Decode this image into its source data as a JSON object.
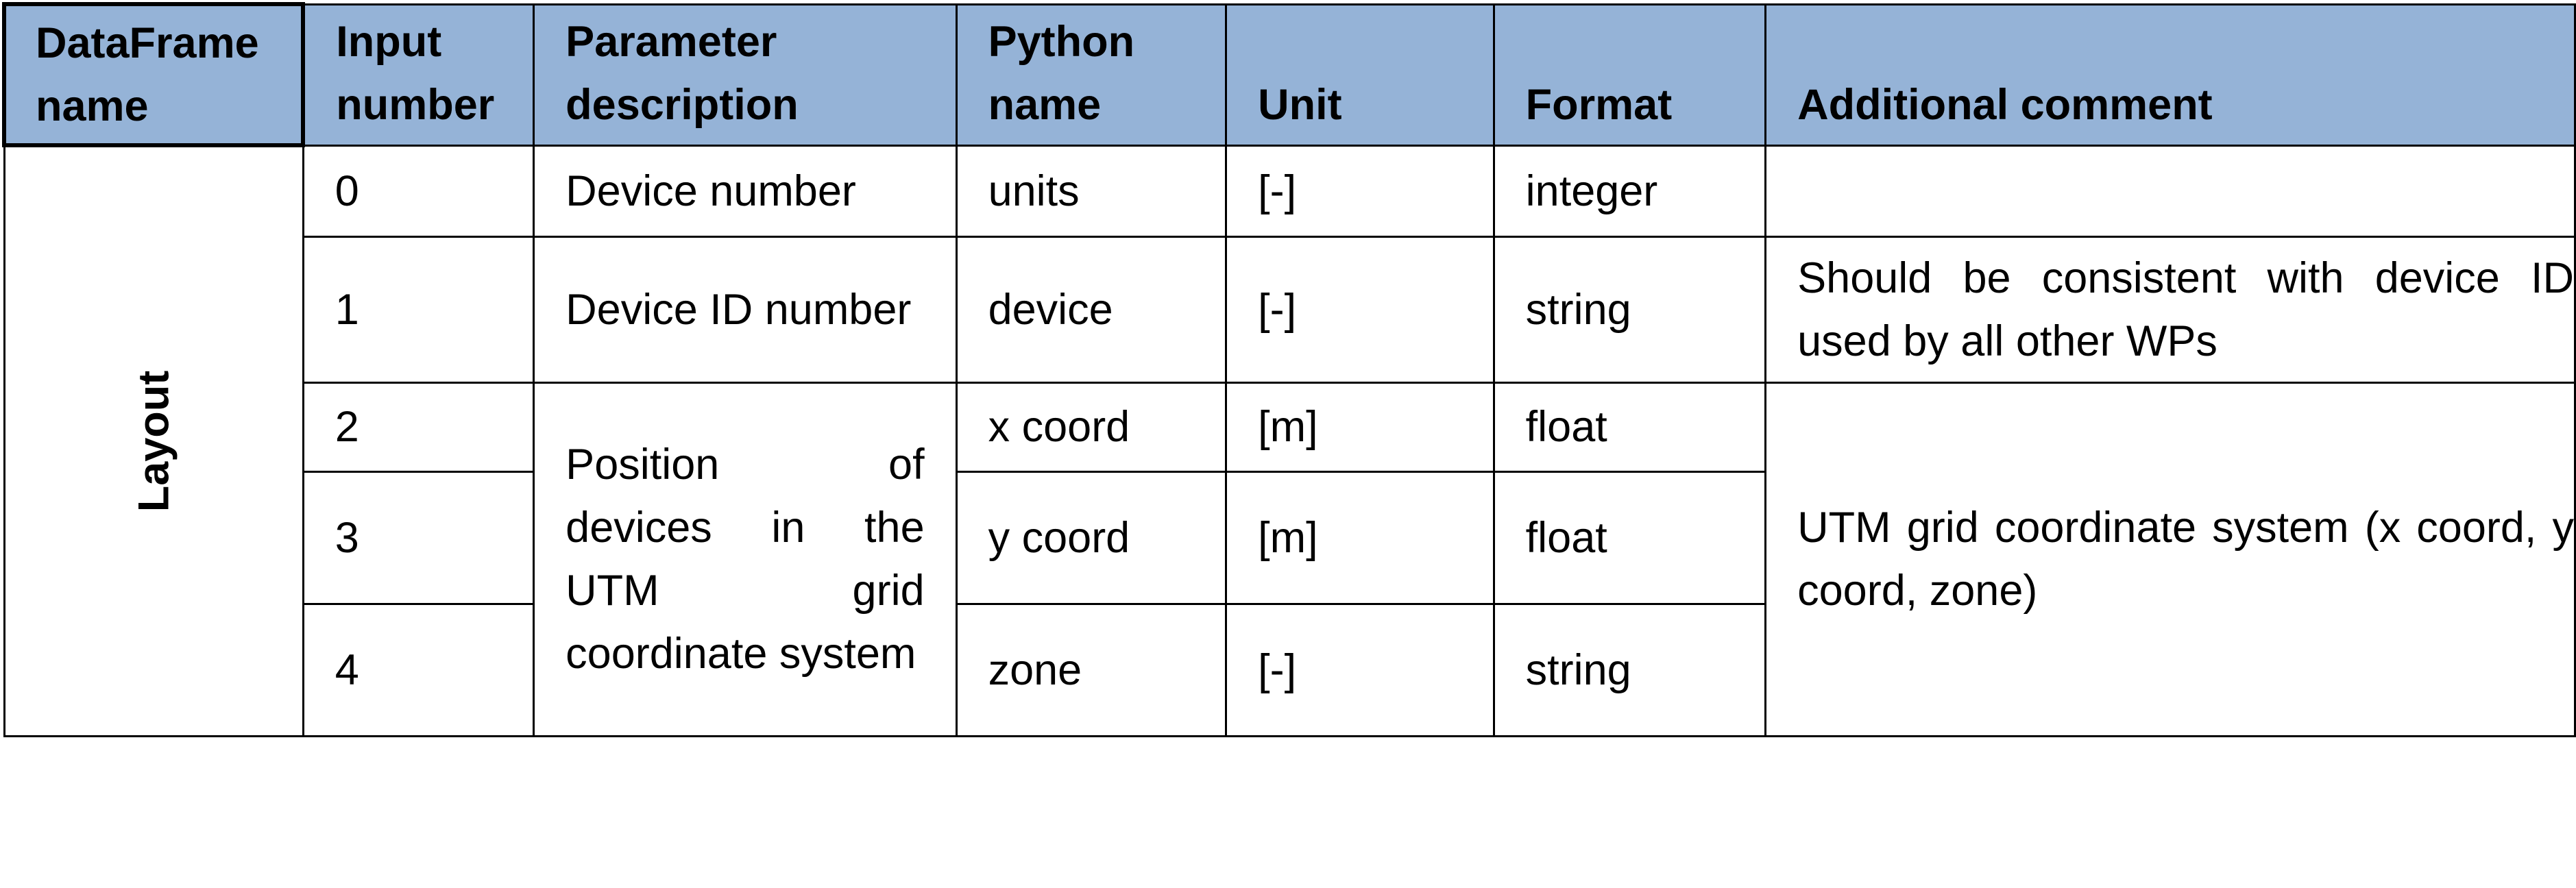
{
  "table": {
    "headers": [
      "DataFrame name",
      "Input number",
      "Parameter description",
      "Python name",
      "Unit",
      "Format",
      "Additional comment"
    ],
    "dataframe_name": "Layout",
    "rows": [
      {
        "input_number": "0",
        "parameter_description": "Device number",
        "python_name": "units",
        "unit": "[-]",
        "format": "integer",
        "comment": ""
      },
      {
        "input_number": "1",
        "parameter_description": "Device ID number",
        "python_name": "device",
        "unit": "[-]",
        "format": "string",
        "comment": "Should be consistent with device ID used by all other WPs"
      },
      {
        "input_number": "2",
        "python_name": "x coord",
        "unit": "[m]",
        "format": "float"
      },
      {
        "input_number": "3",
        "python_name": "y coord",
        "unit": "[m]",
        "format": "float"
      },
      {
        "input_number": "4",
        "python_name": "zone",
        "unit": "[-]",
        "format": "string"
      }
    ],
    "merged_description": "Position of devices in the UTM grid coordinate system",
    "merged_comment": "UTM grid coordinate system  (x coord, y coord, zone)"
  },
  "colors": {
    "header_background": "#95b3d7",
    "border": "#000000",
    "text": "#000000"
  }
}
